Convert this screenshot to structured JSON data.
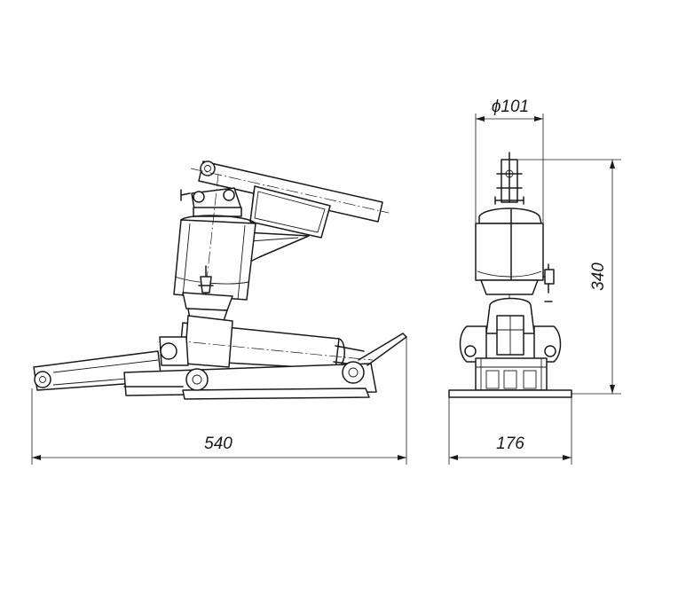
{
  "dimensions": {
    "overall_length": "540",
    "base_width": "176",
    "height": "340",
    "cylinder_diameter": "ϕ101"
  }
}
